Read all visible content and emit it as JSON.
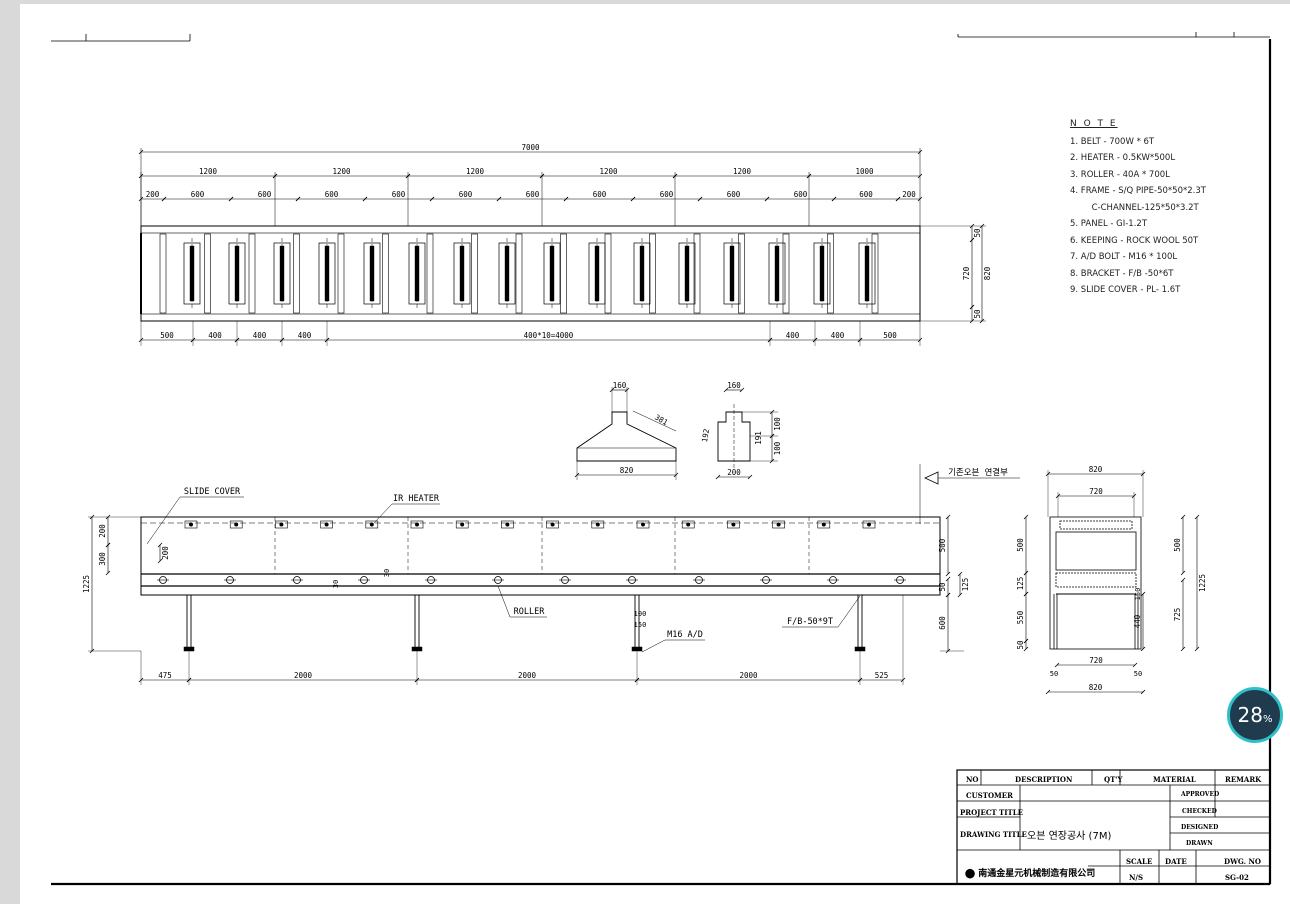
{
  "notes": {
    "title": "N O T E",
    "items": [
      "1. BELT - 700W * 6T",
      "2. HEATER - 0.5KW*500L",
      "3. ROLLER - 40A * 700L",
      "4. FRAME - S/Q PIPE-50*50*2.3T",
      "        C-CHANNEL-125*50*3.2T",
      "5. PANEL - GI-1.2T",
      "6. KEEPING - ROCK WOOL 50T",
      "7. A/D BOLT - M16 * 100L",
      "8. BRACKET - F/B -50*6T",
      "9. SLIDE COVER - PL- 1.6T"
    ]
  },
  "plan_view": {
    "overall": "7000",
    "segments": [
      "1200",
      "1200",
      "1200",
      "1200",
      "1200",
      "1000"
    ],
    "sub_dims": [
      "200",
      "600",
      "600",
      "600",
      "600",
      "600",
      "600",
      "600",
      "600",
      "600",
      "600",
      "600",
      "200"
    ],
    "bottom_dims": [
      "500",
      "400",
      "400",
      "400",
      "400*10=4000",
      "400",
      "400",
      "500"
    ],
    "right_dims": [
      "50",
      "720",
      "820",
      "50"
    ]
  },
  "hood_details": {
    "left": {
      "top": "160",
      "slant": "381",
      "base": "820"
    },
    "right": {
      "top": "160",
      "side_left": "192",
      "side_right1": "191",
      "d1": "100",
      "d2": "100",
      "base": "200"
    }
  },
  "side_view": {
    "connection_label": "기존오븐 연결부",
    "labels": {
      "slide_cover": "SLIDE COVER",
      "ir_heater": "IR HEATER",
      "roller": "ROLLER",
      "anchor": "M16 A/D",
      "bracket": "F/B-50*9T"
    },
    "left_dims": [
      "200",
      "300",
      "200",
      "1225"
    ],
    "inner_dims": [
      "30",
      "30",
      "100",
      "150"
    ],
    "right_dims": [
      "500",
      "125",
      "50",
      "600"
    ],
    "bottom_dims": [
      "475",
      "2000",
      "2000",
      "2000",
      "525"
    ]
  },
  "section_view": {
    "top": [
      "820",
      "720"
    ],
    "left": [
      "500",
      "125",
      "550",
      "50"
    ],
    "right": [
      "500",
      "1225",
      "725",
      "440",
      "150"
    ],
    "bottom": [
      "720",
      "50",
      "50",
      "820"
    ]
  },
  "title_block": {
    "no": "NO",
    "description": "DESCRIPTION",
    "qty": "QT'Y",
    "material": "MATERIAL",
    "remark": "REMARK",
    "customer": "CUSTOMER",
    "project_title": "PROJECT TITLE",
    "drawing_title_label": "DRAWING TITLE",
    "drawing_title": "오븐 연장공사 (7M)",
    "approved": "APPROVED",
    "checked": "CHECKED",
    "designed": "DESIGNED",
    "drawn": "DRAWN",
    "company": "南通金星元机械制造有限公司",
    "scale_label": "SCALE",
    "scale": "N/S",
    "date_label": "DATE",
    "dwg_no_label": "DWG. NO",
    "dwg_no": "SG-02"
  },
  "zoom_badge": {
    "value": "28",
    "unit": "%"
  }
}
